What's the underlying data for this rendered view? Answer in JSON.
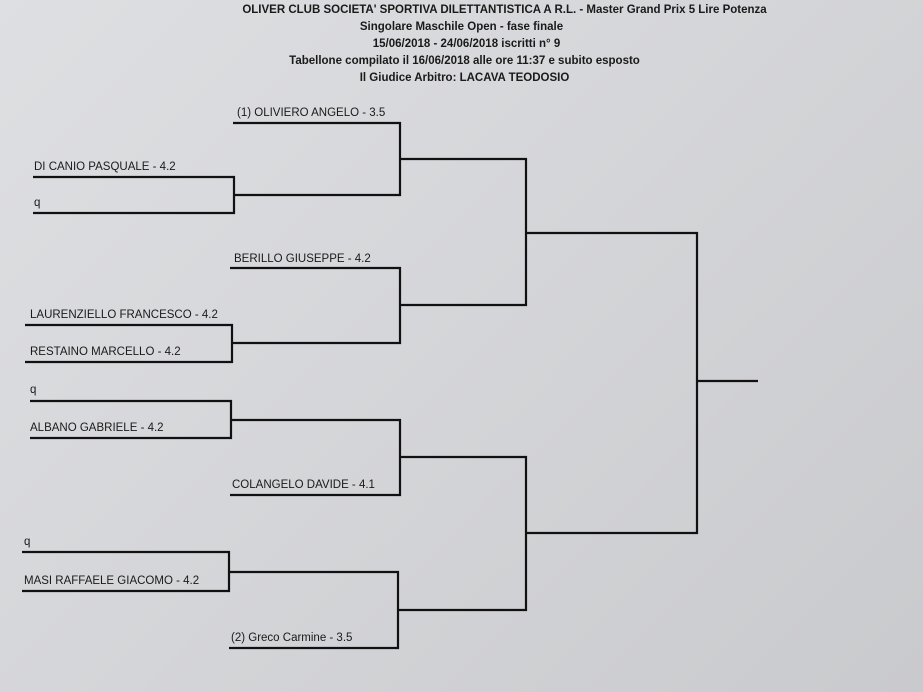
{
  "header": {
    "line1": "OLIVER CLUB SOCIETA' SPORTIVA DILETTANTISTICA A R.L. - Master  Grand Prix 5 Lire Potenza",
    "line2": "Singolare Maschile Open - fase finale",
    "line3": "15/06/2018 - 24/06/2018   iscritti n° 9",
    "line4": "Tabellone compilato il 16/06/2018 alle ore 11:37 e subito esposto",
    "line5": "Il Giudice Arbitro: LACAVA TEODOSIO"
  },
  "bracket": {
    "round1": [
      "DI CANIO PASQUALE - 4.2",
      "q",
      "LAURENZIELLO FRANCESCO - 4.2",
      "RESTAINO MARCELLO - 4.2",
      "q",
      "ALBANO GABRIELE - 4.2",
      "q",
      "MASI RAFFAELE GIACOMO - 4.2"
    ],
    "round2": [
      "(1) OLIVIERO ANGELO - 3.5",
      "BERILLO GIUSEPPE - 4.2",
      "COLANGELO DAVIDE - 4.1",
      "(2) Greco Carmine - 3.5"
    ]
  }
}
